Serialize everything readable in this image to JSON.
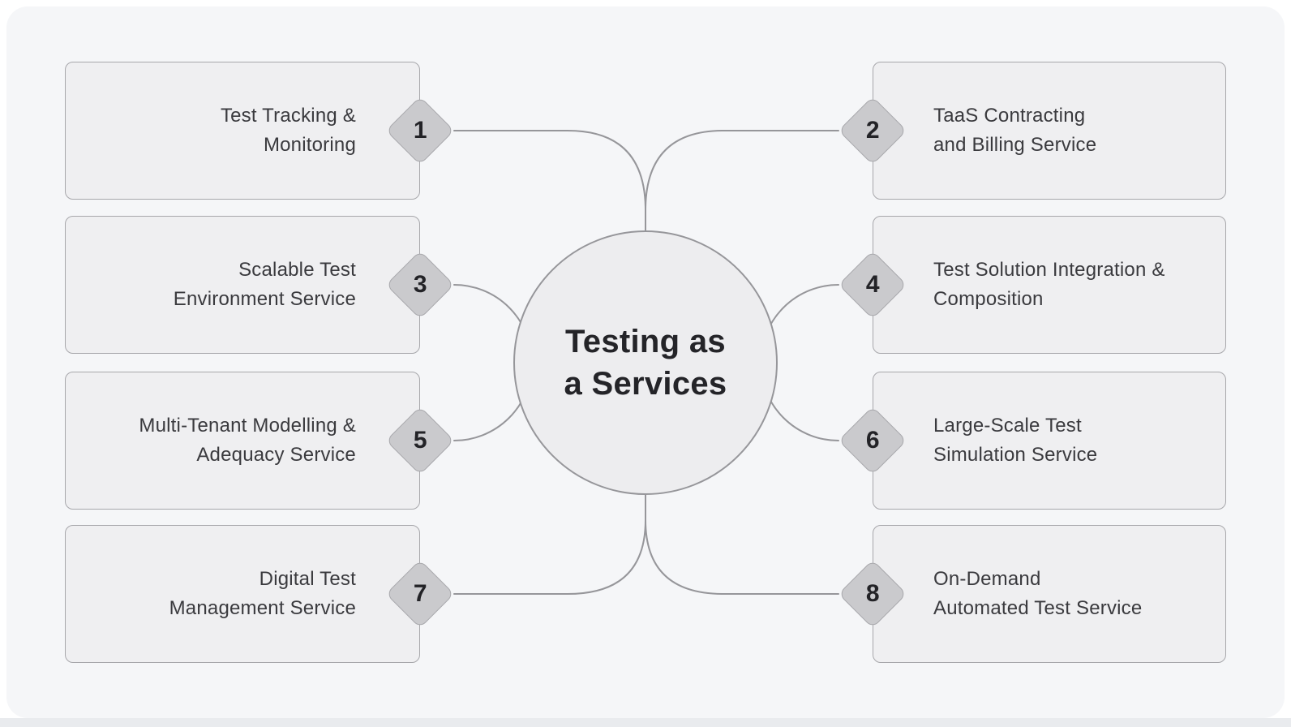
{
  "diagram": {
    "center": {
      "title_line1": "Testing as",
      "title_line2": "a Services"
    },
    "boxes": [
      {
        "number": "1",
        "side": "left",
        "lines": [
          "Test Tracking &",
          "Monitoring"
        ]
      },
      {
        "number": "2",
        "side": "right",
        "lines": [
          "TaaS Contracting",
          "and Billing Service"
        ]
      },
      {
        "number": "3",
        "side": "left",
        "lines": [
          "Scalable Test",
          "Environment Service"
        ]
      },
      {
        "number": "4",
        "side": "right",
        "lines": [
          "Test Solution Integration &",
          "Composition"
        ]
      },
      {
        "number": "5",
        "side": "left",
        "lines": [
          "Multi-Tenant Modelling &",
          "Adequacy Service"
        ]
      },
      {
        "number": "6",
        "side": "right",
        "lines": [
          "Large-Scale Test",
          "Simulation Service"
        ]
      },
      {
        "number": "7",
        "side": "left",
        "lines": [
          "Digital Test",
          "Management Service"
        ]
      },
      {
        "number": "8",
        "side": "right",
        "lines": [
          "On-Demand",
          "Automated Test Service"
        ]
      }
    ],
    "colors": {
      "canvas_bg": "#f5f6f8",
      "box_fill": "#efeff1",
      "box_border": "#a7a7ab",
      "diamond_fill": "#cacacd",
      "circle_fill": "#ededef",
      "connector": "#96969a",
      "text_dark": "#242428",
      "text_body": "#3a3a3e"
    }
  }
}
